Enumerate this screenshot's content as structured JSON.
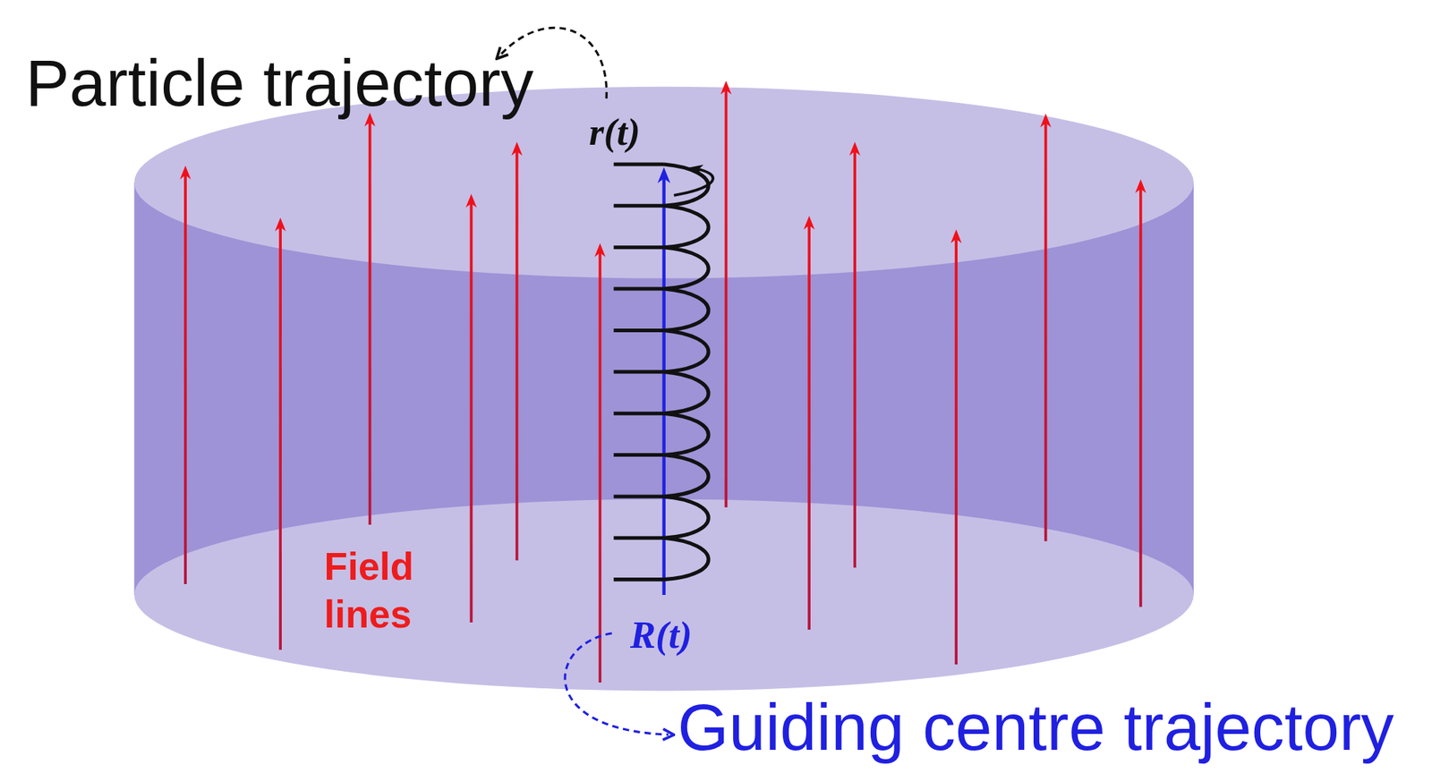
{
  "diagram": {
    "labels": [
      "Particle trajectory",
      "r(t)",
      "Field lines",
      "R(t)",
      "Guiding centre trajectory"
    ]
  }
}
